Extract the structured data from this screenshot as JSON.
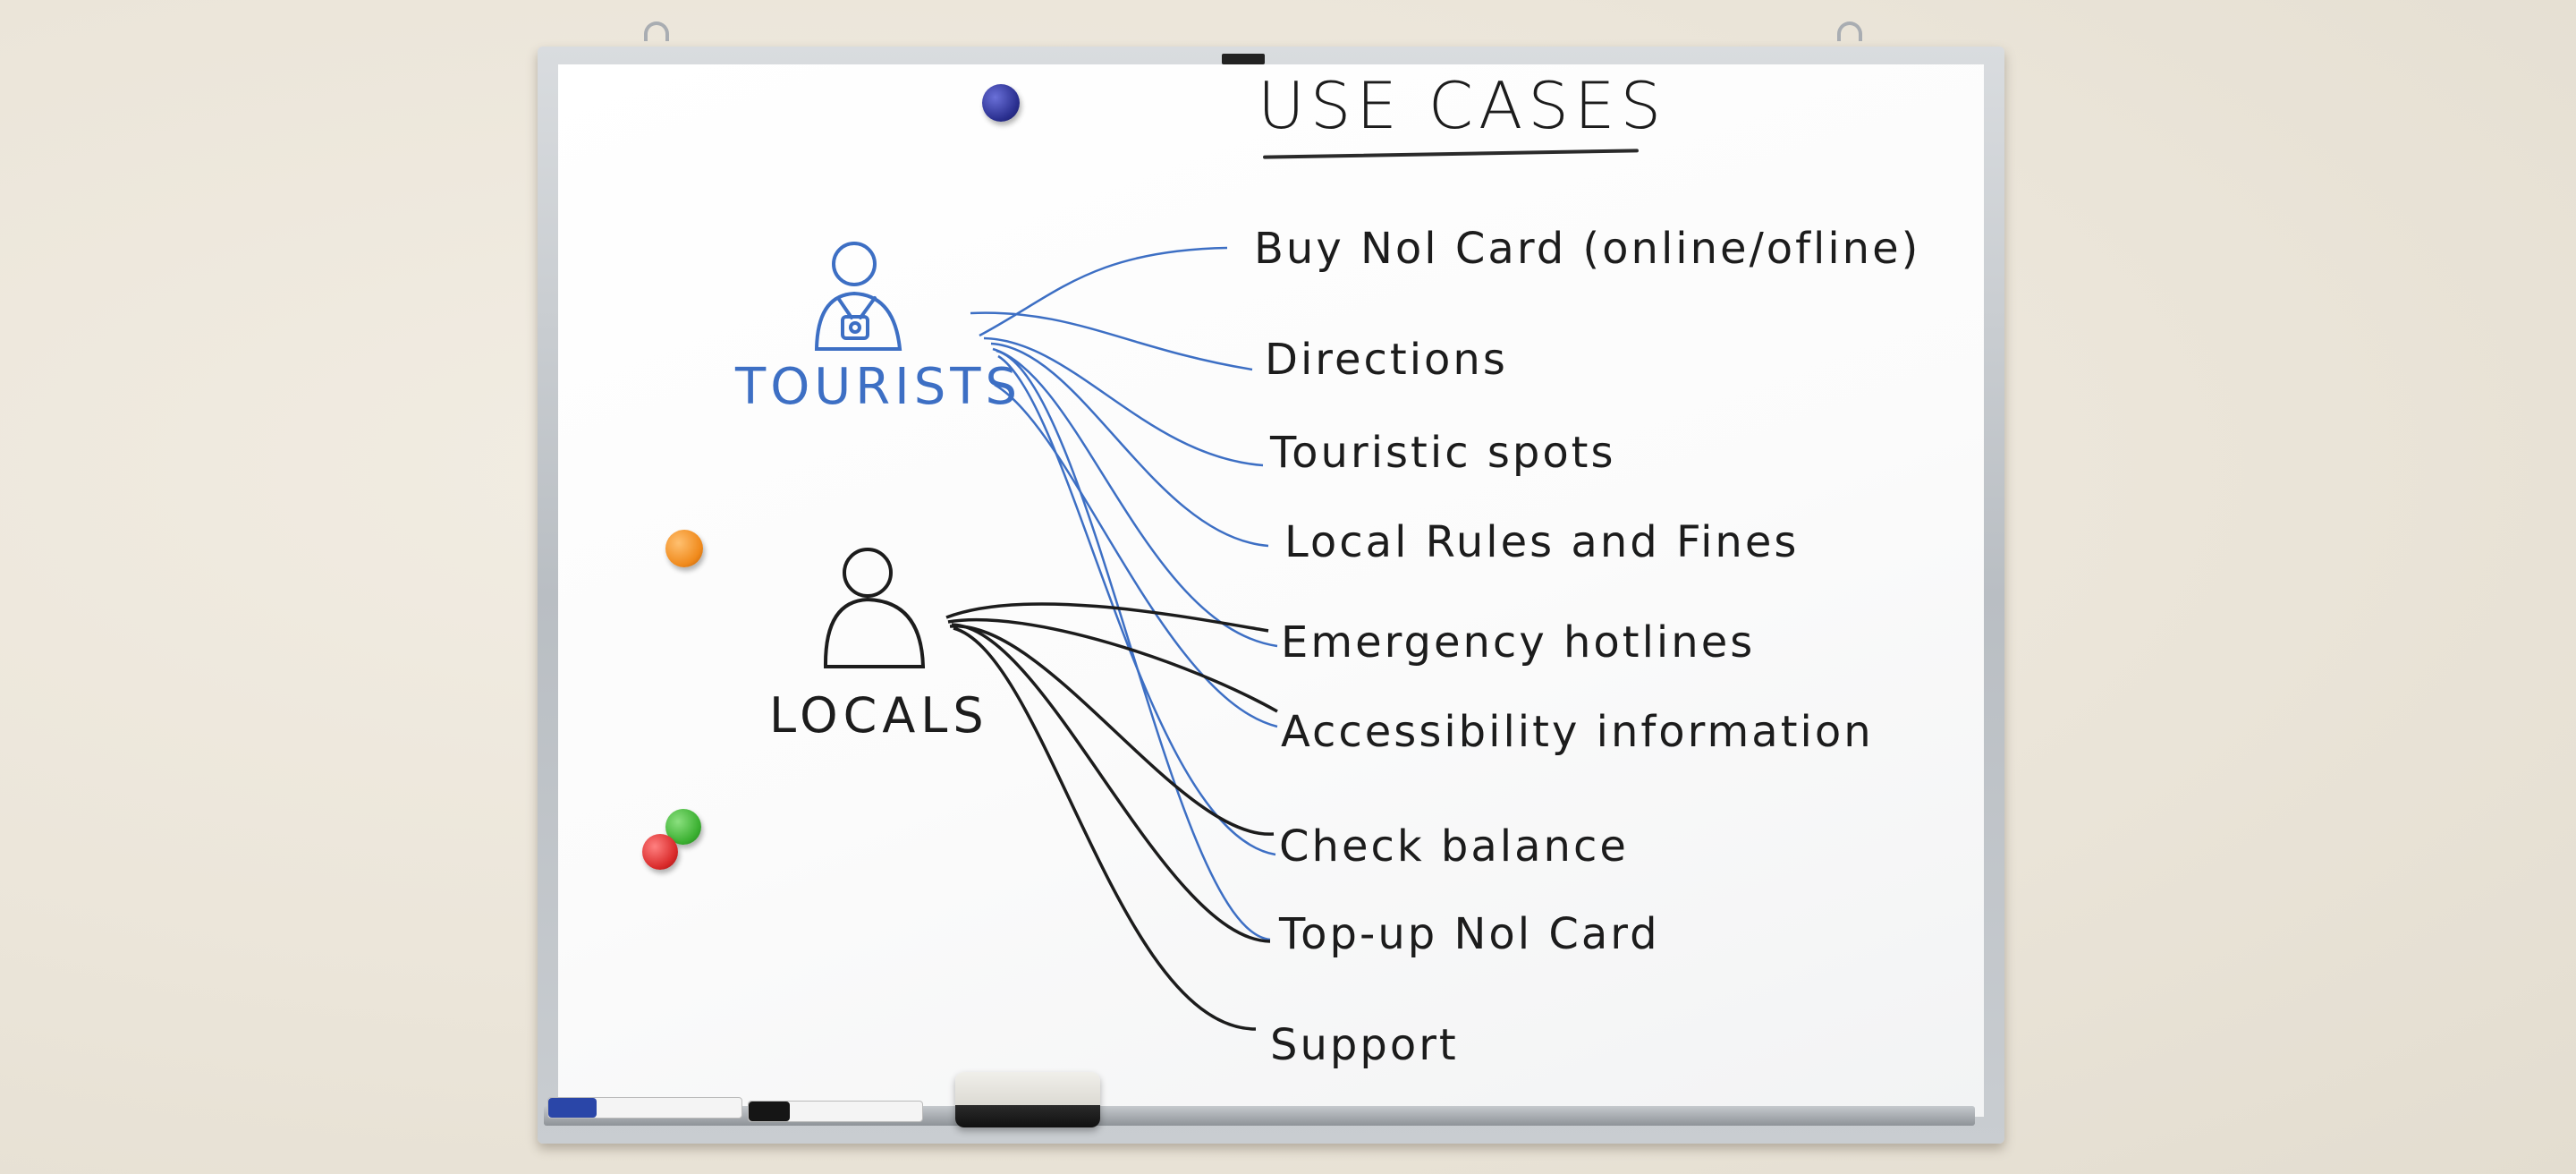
{
  "whiteboard": {
    "title": "USE CASES",
    "actors": [
      {
        "label": "TOURISTS",
        "color": "#3d6fc4",
        "icon": "tourist-with-camera-icon"
      },
      {
        "label": "LOCALS",
        "color": "#1c1c1c",
        "icon": "person-icon"
      }
    ],
    "use_cases": [
      {
        "label": "Buy Nol Card (online/ofline)"
      },
      {
        "label": "Directions"
      },
      {
        "label": "Touristic spots"
      },
      {
        "label": "Local Rules and Fines"
      },
      {
        "label": "Emergency hotlines"
      },
      {
        "label": "Accessibility information"
      },
      {
        "label": "Check balance"
      },
      {
        "label": "Top-up Nol Card"
      },
      {
        "label": "Support"
      }
    ],
    "colors": {
      "tourist_ink": "#3d6fc4",
      "local_ink": "#1c1c1c",
      "wall": "#ece6da",
      "board": "#ffffff"
    },
    "magnets": [
      {
        "color": "#2a2f8f"
      },
      {
        "color": "#f08a1c"
      },
      {
        "color": "#3bb031"
      },
      {
        "color": "#d92a2a"
      }
    ]
  }
}
